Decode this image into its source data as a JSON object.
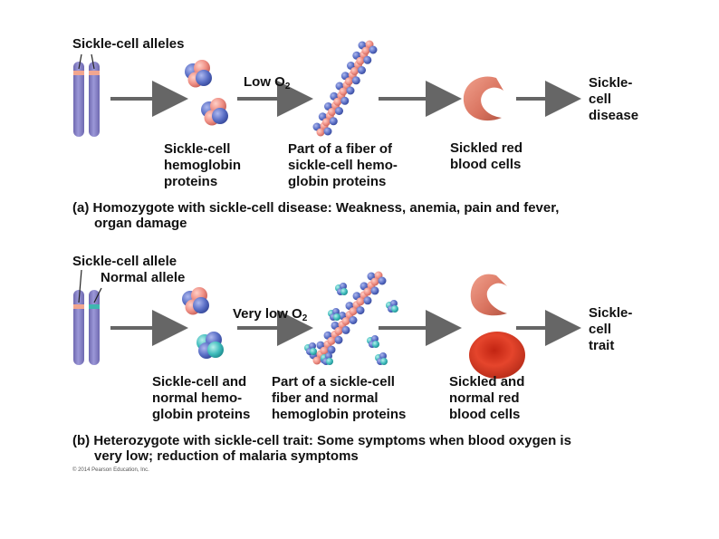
{
  "panel_a": {
    "allele_label": "Sickle-cell alleles",
    "low_o2_text": "Low O",
    "o2_subscript": "2",
    "outcome": "Sickle-\ncell\ndisease",
    "label_proteins": "Sickle-cell\nhemoglobin\nproteins",
    "label_fiber": "Part of a fiber of\nsickle-cell hemo-\nglobin proteins",
    "label_cells": "Sickled red\nblood cells",
    "caption_line1": "(a) Homozygote with sickle-cell disease: Weakness, anemia, pain and fever,",
    "caption_line2": "organ damage"
  },
  "panel_b": {
    "allele_label_sickle": "Sickle-cell allele",
    "allele_label_normal": "Normal allele",
    "low_o2_text": "Very low O",
    "o2_subscript": "2",
    "outcome": "Sickle-\ncell\ntrait",
    "label_proteins": "Sickle-cell and\nnormal hemo-\nglobin proteins",
    "label_fiber": "Part of a sickle-cell\nfiber and normal\nhemoglobin proteins",
    "label_cells": "Sickled and\nnormal red\nblood cells",
    "caption_line1": "(b) Heterozygote with sickle-cell trait: Some symptoms when blood oxygen is",
    "caption_line2": "very low; reduction of malaria symptoms"
  },
  "copyright": "© 2014 Pearson Education, Inc.",
  "colors": {
    "chromosome": "#8a85c9",
    "chromosome_dark": "#6e68b0",
    "sickle_band": "#f2a68f",
    "normal_band": "#3fb7b0",
    "arrow": "#666666",
    "protein_blue": "#5a6fc6",
    "protein_pink": "#ef8f84",
    "protein_teal": "#3fbcbc",
    "sickle_cell": "#d9735f",
    "normal_cell": "#e03a22"
  }
}
